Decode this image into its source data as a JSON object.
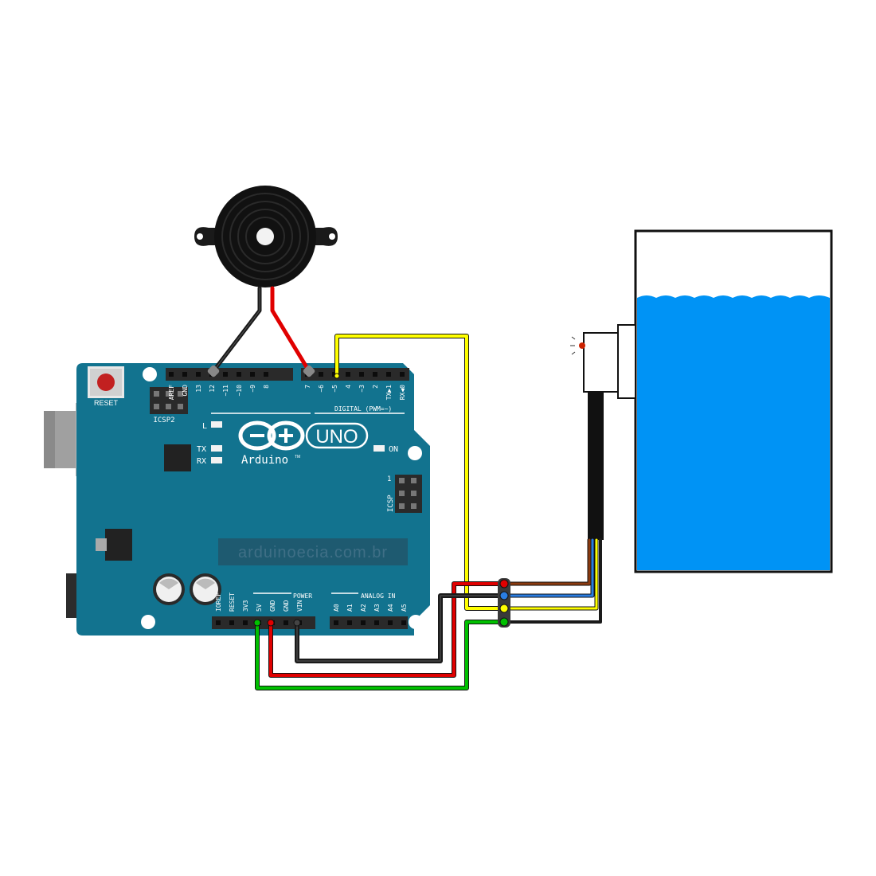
{
  "board": {
    "name": "Arduino UNO",
    "reset_label": "RESET",
    "icsp2_label": "ICSP2",
    "icsp_label": "ICSP",
    "icsp_pin1": "1",
    "digital_label": "DIGITAL (PWM=~)",
    "logo_uno": "UNO",
    "logo_arduino": "Arduino",
    "logo_tm": "TM",
    "led_l": "L",
    "led_tx": "TX",
    "led_rx": "RX",
    "led_on": "ON",
    "power_label": "POWER",
    "analog_label": "ANALOG IN",
    "watermark": "arduinoecia.com.br",
    "top_pins": [
      "AREF",
      "GND",
      "13",
      "12",
      "~11",
      "~10",
      "~9",
      "8",
      "7",
      "~6",
      "~5",
      "4",
      "~3",
      "2",
      "TX▶1",
      "RX◀0"
    ],
    "power_pins": [
      "IOREF",
      "RESET",
      "3V3",
      "5V",
      "GND",
      "GND",
      "VIN"
    ],
    "analog_pins": [
      "A0",
      "A1",
      "A2",
      "A3",
      "A4",
      "A5"
    ]
  },
  "components": {
    "buzzer": "piezo-buzzer",
    "sensor": "water-level-sensor",
    "tank": "water-tank"
  },
  "colors": {
    "board": "#12738f",
    "water": "#0093f5",
    "wire_red": "#e00000",
    "wire_black": "#1a1a1a",
    "wire_yellow": "#ffff00",
    "wire_green": "#00c000",
    "wire_brown": "#8b3a0f",
    "wire_blue": "#2a7de1"
  }
}
